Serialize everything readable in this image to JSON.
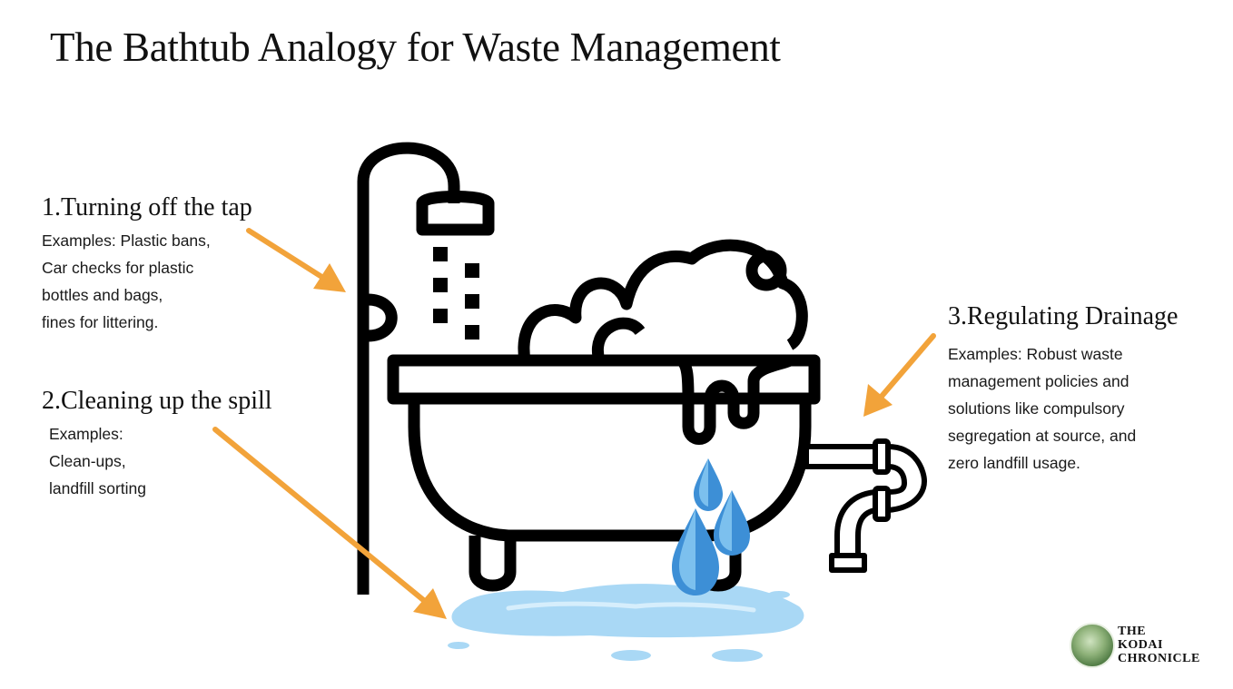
{
  "title": "The Bathtub Analogy for Waste Management",
  "sections": {
    "tap": {
      "heading": "1.Turning off the tap",
      "lines": [
        "Examples: Plastic bans,",
        "Car checks for plastic",
        "bottles and bags,",
        "fines for littering."
      ]
    },
    "spill": {
      "heading": "2.Cleaning up the spill",
      "lines": [
        "Examples:",
        "Clean-ups,",
        "landfill sorting"
      ]
    },
    "drainage": {
      "heading": "3.Regulating Drainage",
      "lines": [
        "Examples: Robust waste",
        "management policies and",
        "solutions like compulsory",
        "segregation at source, and",
        "zero landfill usage."
      ]
    }
  },
  "logo": {
    "lines": [
      "THE",
      "KODAI",
      "CHRONICLE"
    ]
  },
  "colors": {
    "arrow": "#f2a33a",
    "outline": "#000000",
    "water_light": "#a9d8f5",
    "water_drop": "#3d8fd6"
  },
  "icons": [
    "bathtub-icon",
    "shower-icon",
    "drain-pipe-icon",
    "water-drop-icon",
    "water-puddle-icon",
    "arrow-icon"
  ]
}
